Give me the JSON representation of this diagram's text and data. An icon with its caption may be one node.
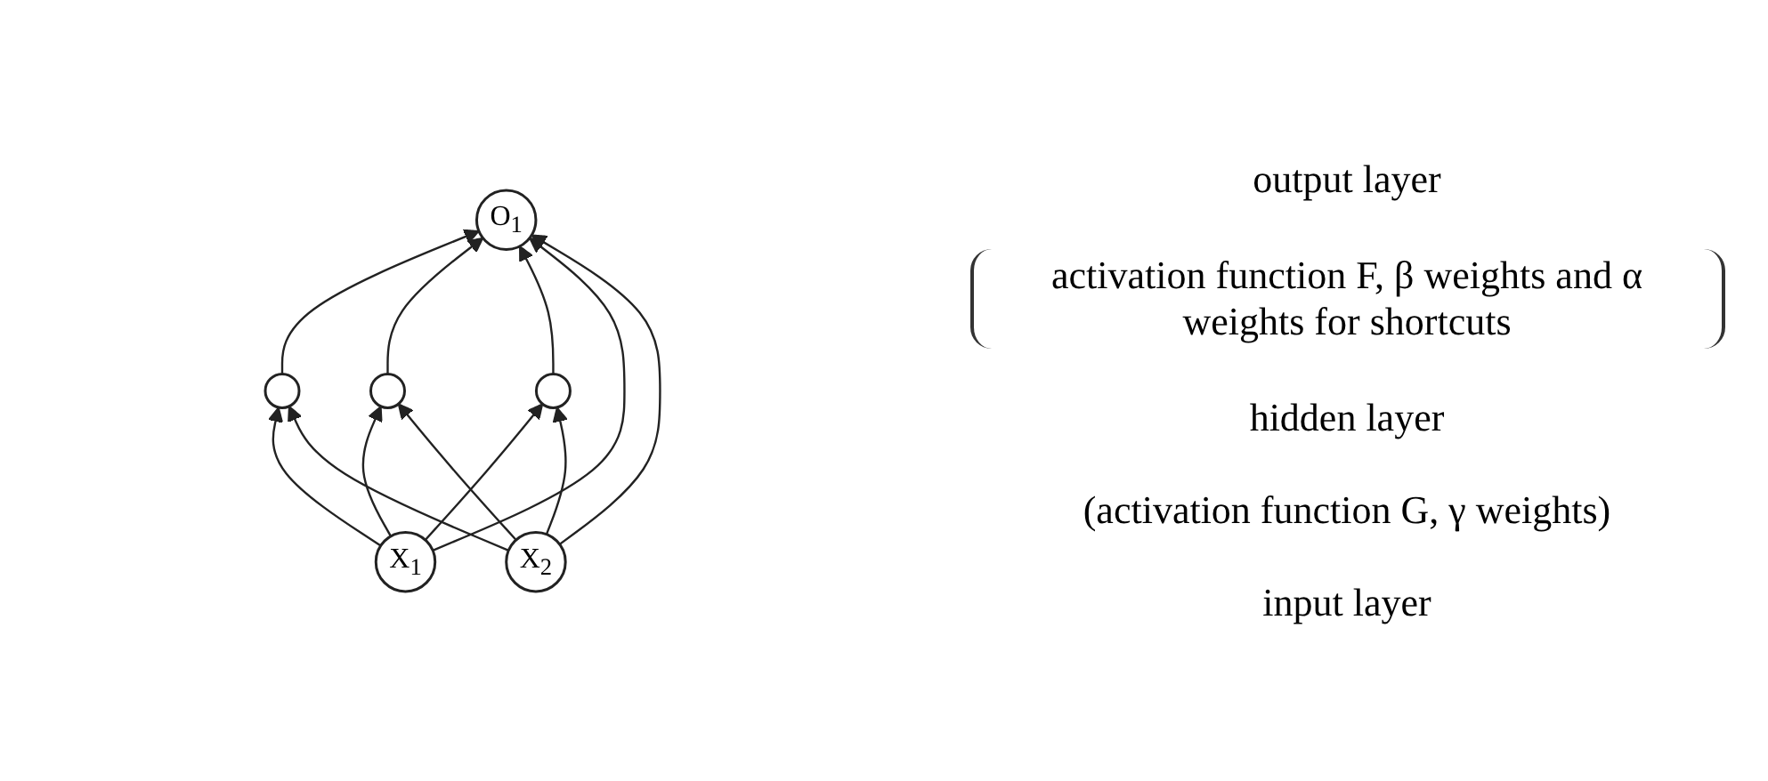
{
  "diagram": {
    "nodes": [
      {
        "text": [
          "O$_{1}$"
        ]
      },
      {
        "text": [],
        "shape": "circle"
      },
      {
        "text": [],
        "shape": "circle"
      },
      {
        "text": [],
        "shape": "circle"
      },
      {
        "text": [
          "X$_{1}$"
        ]
      },
      {
        "text": [
          "X$_{2}$"
        ]
      }
    ],
    "edges": [
      {
        "from": 1,
        "to": 0,
        "arrow": "to"
      },
      {
        "from": 2,
        "to": 0,
        "arrow": "to"
      },
      {
        "from": 3,
        "to": 0,
        "arrow": "to"
      },
      {
        "from": 4,
        "to": 0,
        "arrow": "to"
      },
      {
        "from": 5,
        "to": 0,
        "arrow": "to"
      },
      {
        "from": 4,
        "to": 1,
        "arrow": "to"
      },
      {
        "from": 4,
        "to": 2,
        "arrow": "to"
      },
      {
        "from": 4,
        "to": 3,
        "arrow": "to"
      },
      {
        "from": 5,
        "to": 1,
        "arrow": "to"
      },
      {
        "from": 5,
        "to": 2,
        "arrow": "to"
      },
      {
        "from": 5,
        "to": 3,
        "arrow": "to"
      }
    ],
    "labels": [
      "output layer",
      "activation function F, β weights and α weights for shortcuts",
      "hidden layer",
      "(activation function G, γ weights)",
      "input layer"
    ]
  }
}
